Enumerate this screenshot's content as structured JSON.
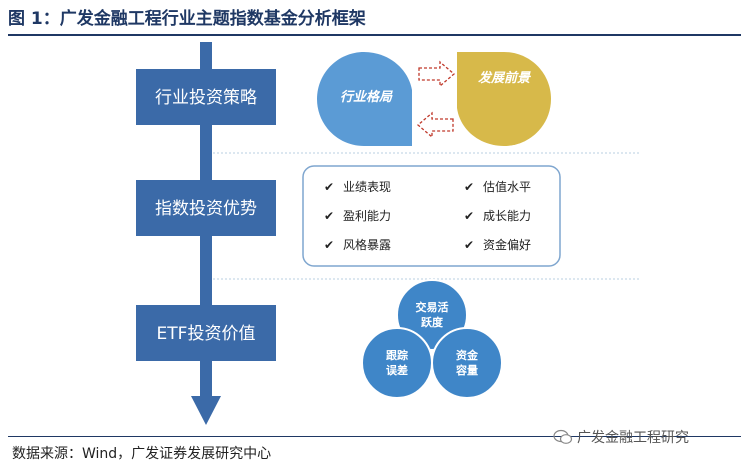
{
  "title": "图 1：广发金融工程行业主题指数基金分析框架",
  "steps": [
    "行业投资策略",
    "指数投资优势",
    "ETF投资价值"
  ],
  "bubbles": {
    "left": "行业格局",
    "right": "发展前景"
  },
  "advantages": {
    "left": [
      "业绩表现",
      "盈利能力",
      "风格暴露"
    ],
    "right": [
      "估值水平",
      "成长能力",
      "资金偏好"
    ]
  },
  "circles": {
    "top": [
      "交易活",
      "跃度"
    ],
    "left": [
      "跟踪",
      "误差"
    ],
    "right": [
      "资金",
      "容量"
    ]
  },
  "source": "数据来源：Wind，广发证券发展研究中心",
  "watermark": "广发金融工程研究",
  "colors": {
    "step_box": "#3b6aa8",
    "bubble_blue": "#5b9bd5",
    "bubble_gold": "#d7b94a",
    "circle": "#3f86c8",
    "arrow": "#c0392b",
    "title": "#1f3864"
  }
}
